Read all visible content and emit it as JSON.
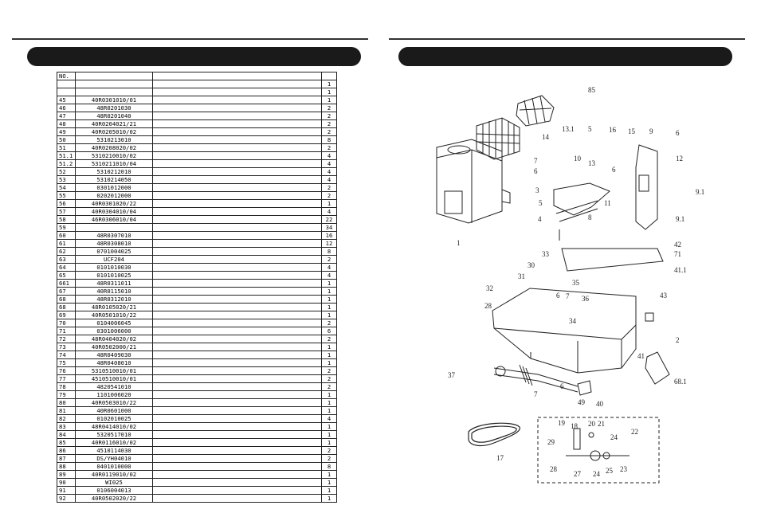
{
  "table": {
    "header": {
      "no": "NO.",
      "part_no": "",
      "description": "",
      "qty": ""
    },
    "rows": [
      {
        "no": "",
        "part_no": "",
        "qty": "1"
      },
      {
        "no": "",
        "part_no": "",
        "qty": "1"
      },
      {
        "no": "45",
        "part_no": "40R0301010/01",
        "qty": "1"
      },
      {
        "no": "46",
        "part_no": "48R0201030",
        "qty": "2"
      },
      {
        "no": "47",
        "part_no": "48R0201040",
        "qty": "2"
      },
      {
        "no": "48",
        "part_no": "40R0204021/21",
        "qty": "2"
      },
      {
        "no": "49",
        "part_no": "40R0205010/02",
        "qty": "2"
      },
      {
        "no": "50",
        "part_no": "5310213010",
        "qty": "8"
      },
      {
        "no": "51",
        "part_no": "40R0208020/02",
        "qty": "2"
      },
      {
        "no": "51.1",
        "part_no": "5310210010/02",
        "qty": "4"
      },
      {
        "no": "51.2",
        "part_no": "5310211010/04",
        "qty": "4"
      },
      {
        "no": "52",
        "part_no": "5310212010",
        "qty": "4"
      },
      {
        "no": "53",
        "part_no": "5310214050",
        "qty": "4"
      },
      {
        "no": "54",
        "part_no": "0301012000",
        "qty": "2"
      },
      {
        "no": "55",
        "part_no": "0202012000",
        "qty": "2"
      },
      {
        "no": "56",
        "part_no": "40R0301020/22",
        "qty": "1"
      },
      {
        "no": "57",
        "part_no": "40R0304010/04",
        "qty": "4"
      },
      {
        "no": "58",
        "part_no": "46R0306010/04",
        "qty": "22"
      },
      {
        "no": "59",
        "part_no": "",
        "qty": "34"
      },
      {
        "no": "60",
        "part_no": "48R0307010",
        "qty": "16"
      },
      {
        "no": "61",
        "part_no": "48R0308010",
        "qty": "12"
      },
      {
        "no": "62",
        "part_no": "0701004025",
        "qty": "8"
      },
      {
        "no": "63",
        "part_no": "UCF204",
        "qty": "2"
      },
      {
        "no": "64",
        "part_no": "0101010030",
        "qty": "4"
      },
      {
        "no": "65",
        "part_no": "0101010025",
        "qty": "4"
      },
      {
        "no": "661",
        "part_no": "48R0311011",
        "qty": "1"
      },
      {
        "no": "67",
        "part_no": "40R0115010",
        "qty": "1"
      },
      {
        "no": "68",
        "part_no": "48R0312010",
        "qty": "1"
      },
      {
        "no": "68",
        "part_no": "48R0105020/21",
        "qty": "1"
      },
      {
        "no": "69",
        "part_no": "40R0501010/22",
        "qty": "1"
      },
      {
        "no": "70",
        "part_no": "0104006045",
        "qty": "2"
      },
      {
        "no": "71",
        "part_no": "0301006000",
        "qty": "6"
      },
      {
        "no": "72",
        "part_no": "48R0404020/02",
        "qty": "2"
      },
      {
        "no": "73",
        "part_no": "40R0502000/21",
        "qty": "1"
      },
      {
        "no": "74",
        "part_no": "48R0409030",
        "qty": "1"
      },
      {
        "no": "75",
        "part_no": "48R0408010",
        "qty": "1"
      },
      {
        "no": "76",
        "part_no": "5310510010/01",
        "qty": "2"
      },
      {
        "no": "77",
        "part_no": "4510510010/01",
        "qty": "2"
      },
      {
        "no": "78",
        "part_no": "4820541010",
        "qty": "2"
      },
      {
        "no": "79",
        "part_no": "1101006020",
        "qty": "1"
      },
      {
        "no": "80",
        "part_no": "40R0503010/22",
        "qty": "1"
      },
      {
        "no": "81",
        "part_no": "40R0601000",
        "qty": "1"
      },
      {
        "no": "82",
        "part_no": "0102010025",
        "qty": "4"
      },
      {
        "no": "83",
        "part_no": "48R0414010/02",
        "qty": "1"
      },
      {
        "no": "84",
        "part_no": "5320517010",
        "qty": "1"
      },
      {
        "no": "85",
        "part_no": "40R0116010/02",
        "qty": "1"
      },
      {
        "no": "86",
        "part_no": "4510114030",
        "qty": "2"
      },
      {
        "no": "87",
        "part_no": "DS/YH04010",
        "qty": "2"
      },
      {
        "no": "88",
        "part_no": "0401010000",
        "qty": "8"
      },
      {
        "no": "89",
        "part_no": "40R0119010/02",
        "qty": "1"
      },
      {
        "no": "90",
        "part_no": "WI025",
        "qty": "1"
      },
      {
        "no": "91",
        "part_no": "0106004013",
        "qty": "1"
      },
      {
        "no": "92",
        "part_no": "40R0502020/22",
        "qty": "1"
      }
    ]
  },
  "diagram": {
    "callouts": [
      "85",
      "13.1",
      "5",
      "16",
      "15",
      "9",
      "6",
      "14",
      "7",
      "6",
      "10",
      "13",
      "6",
      "12",
      "3",
      "5",
      "11",
      "8",
      "9.1",
      "4",
      "9.1",
      "1",
      "42",
      "71",
      "41.1",
      "33",
      "30",
      "31",
      "35",
      "6",
      "7",
      "36",
      "32",
      "28",
      "34",
      "43",
      "2",
      "41",
      "37",
      "68.1",
      "7",
      "6",
      "49",
      "40",
      "19",
      "18",
      "20",
      "21",
      "24",
      "22",
      "29",
      "17",
      "28",
      "27",
      "24",
      "25",
      "23"
    ]
  }
}
